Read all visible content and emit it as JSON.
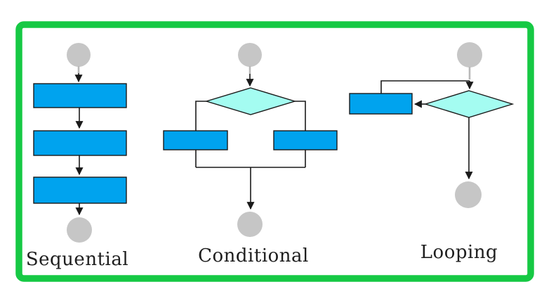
{
  "frame": {
    "border_color": "#16C944"
  },
  "colors": {
    "process_fill": "#00A3EE",
    "decision_fill": "#A4FCF1",
    "terminal_fill": "#C6C6C6",
    "connector": "#1a1a1a",
    "label_color": "#1e1e1e"
  },
  "panels": [
    {
      "id": "sequential",
      "label": "Sequential",
      "nodes": [
        "start-terminal",
        "process",
        "process",
        "process",
        "end-terminal"
      ]
    },
    {
      "id": "conditional",
      "label": "Conditional",
      "nodes": [
        "start-terminal",
        "decision",
        "process-branch-left",
        "process-branch-right",
        "end-terminal"
      ]
    },
    {
      "id": "looping",
      "label": "Looping",
      "nodes": [
        "start-terminal",
        "decision",
        "process",
        "loop-back",
        "end-terminal"
      ]
    }
  ]
}
